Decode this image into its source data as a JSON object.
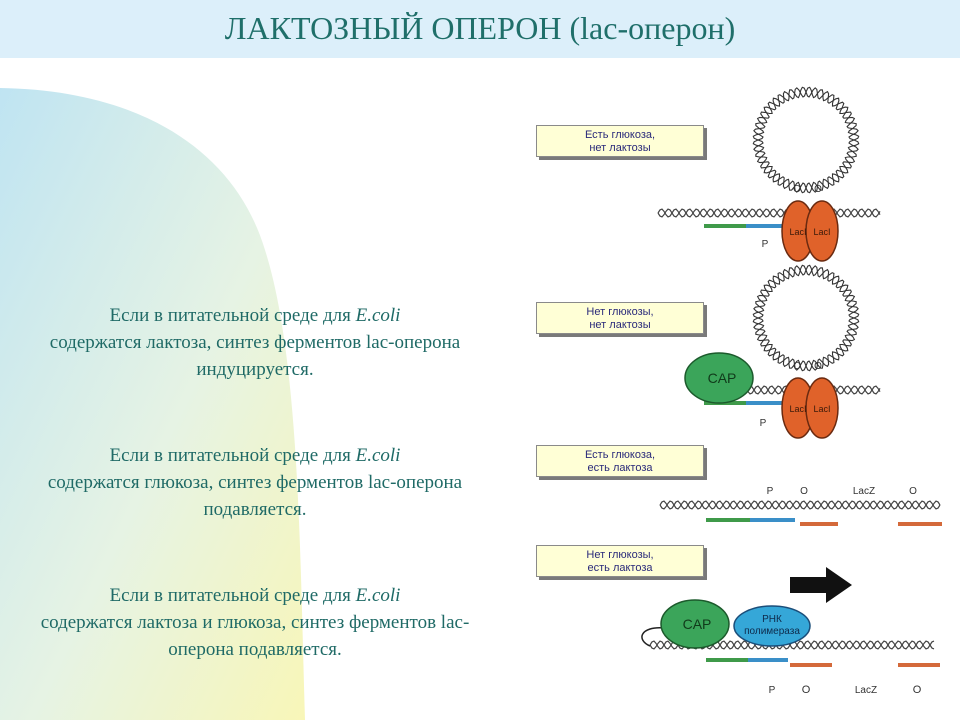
{
  "title": "ЛАКТОЗНЫЙ ОПЕРОН (lac-оперон)",
  "paragraphs": [
    {
      "pre": "Если в питательной среде для ",
      "organism": "E.coli",
      "rest": "содержатся лактоза, синтез ферментов lac-оперона индуцируется."
    },
    {
      "pre": "Если в питательной среде для ",
      "organism": "E.coli",
      "rest": "содержатся глюкоза, синтез ферментов lac-оперона подавляется."
    },
    {
      "pre": "Если в питательной среде для ",
      "organism": "E.coli",
      "rest": "содержатся лактоза и глюкоза, синтез ферментов lac-оперона подавляется."
    }
  ],
  "conditions": [
    {
      "line1": "Есть глюкоза,",
      "line2": "нет лактозы"
    },
    {
      "line1": "Нет глюкозы,",
      "line2": "нет лактозы"
    },
    {
      "line1": "Есть глюкоза,",
      "line2": "есть лактоза"
    },
    {
      "line1": "Нет глюкозы,",
      "line2": "есть лактоза"
    }
  ],
  "labels": {
    "operator": "O",
    "promoter": "P",
    "repressor": "LacI",
    "cap": "CAP",
    "gene": "LacZ",
    "polymerase_line1": "РНК",
    "polymerase_line2": "полимераза"
  },
  "colors": {
    "title_text": "#1f6f6a",
    "body_text": "#1f6a66",
    "repressor": "#e0622a",
    "cap": "#3ba55a",
    "polymerase": "#35a7d8",
    "promoter_bar": "#3f9a4a",
    "operator_bar": "#3a8fc8",
    "gene_bar": "#d4693a"
  }
}
